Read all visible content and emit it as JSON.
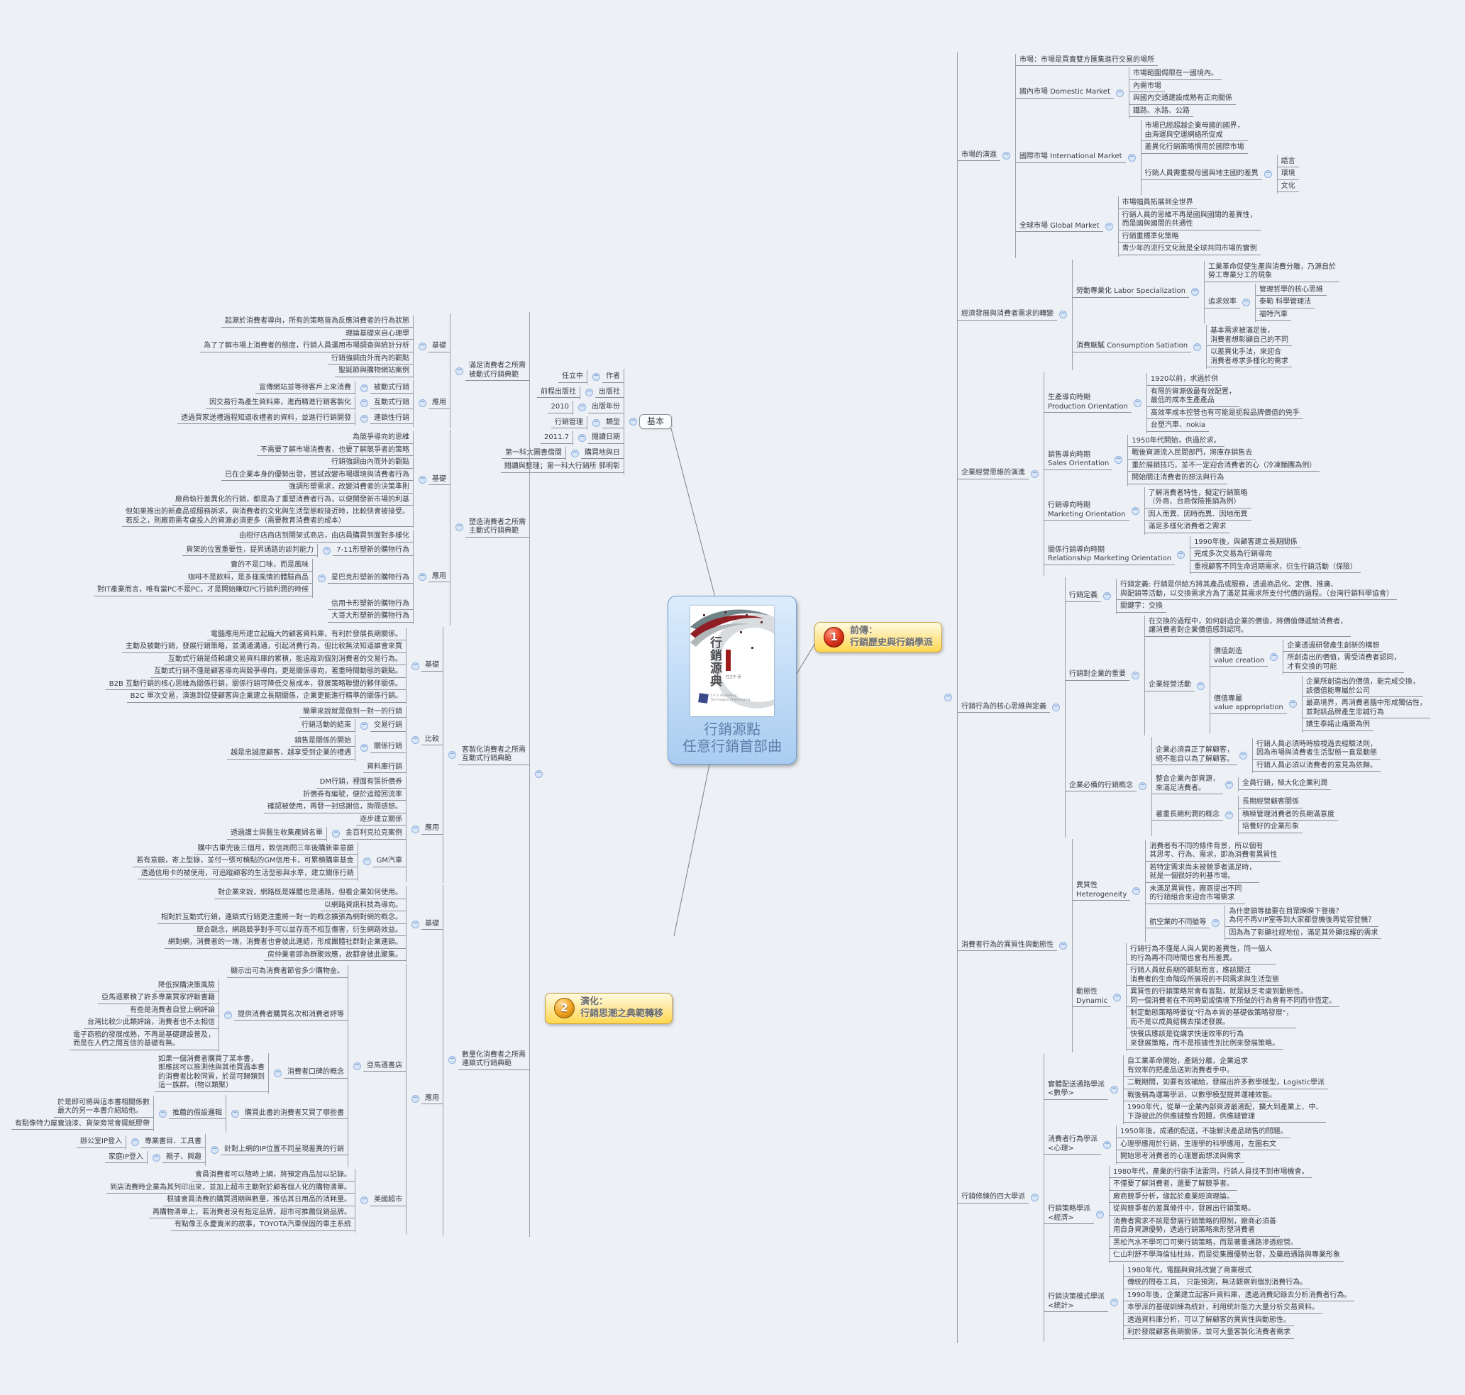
{
  "background": "#edf0f4",
  "center": {
    "title": "行銷源點\n任意行銷首部曲",
    "cover_title": "行銷源典",
    "cover_author": "任立中 著",
    "cover_logo_line1": "5 P in Marketing",
    "cover_logo_line2": "The Origins of Marketing"
  },
  "basic": {
    "label": "基本",
    "children": [
      {
        "t": "作者",
        "c": [
          {
            "t": "任立中"
          }
        ]
      },
      {
        "t": "出版社",
        "c": [
          {
            "t": "前程出版社"
          }
        ]
      },
      {
        "t": "出版年份",
        "c": [
          {
            "t": "2010"
          }
        ]
      },
      {
        "t": "類型",
        "c": [
          {
            "t": "行銷管理"
          }
        ]
      },
      {
        "t": "閱讀日期",
        "c": [
          {
            "t": "2011.7"
          }
        ]
      },
      {
        "t": "購買地與日",
        "c": [
          {
            "t": "第一科大圖書借閱"
          }
        ]
      },
      {
        "t": "閱讀與整理；第一科大行銷所 郭明彰"
      }
    ]
  },
  "branch1": {
    "num": "1",
    "label": "前傳：\n行銷歷史與行銷學派",
    "children": [
      {
        "t": "市場的演進",
        "c": [
          {
            "t": "市場：市場是買賣雙方匯集進行交易的場所"
          },
          {
            "t": "國內市場 Domestic Market",
            "c": [
              {
                "t": "市場範圍侷限在一國境內。"
              },
              {
                "t": "內需市場"
              },
              {
                "t": "與國內交通建設成熟有正向關係"
              },
              {
                "t": "鐵路、水路、公路"
              }
            ]
          },
          {
            "t": "國際市場 International Market",
            "c": [
              {
                "t": "市場已經超越企業母國的國界，\n由海運與空運網絡所促成"
              },
              {
                "t": "差異化行銷策略慣用於國際市場"
              },
              {
                "t": "行銷人員需重視母國與地主國的差異",
                "c": [
                  {
                    "t": "語言"
                  },
                  {
                    "t": "環境"
                  },
                  {
                    "t": "文化"
                  }
                ]
              }
            ]
          },
          {
            "t": "全球市場 Global Market",
            "c": [
              {
                "t": "市場幅員拓展到全世界"
              },
              {
                "t": "行銷人員的思維不再是國與國間的差異性，\n而是國與國間的共通性"
              },
              {
                "t": "行銷重標準化策略"
              },
              {
                "t": "青少年的流行文化就是全球共同市場的實例"
              }
            ]
          }
        ]
      },
      {
        "t": "經濟發展與消費者需求的轉變",
        "c": [
          {
            "t": "勞動專業化 Labor Specialization",
            "c": [
              {
                "t": "工業革命促使生產與消費分離，乃源自於\n勞工專業分工的現象"
              },
              {
                "t": "追求效率",
                "c": [
                  {
                    "t": "管理哲學的核心思維"
                  },
                  {
                    "t": "泰勒 科學管理法"
                  },
                  {
                    "t": "福特汽車"
                  }
                ]
              }
            ]
          },
          {
            "t": "消費厭膩 Consumption Satiation",
            "c": [
              {
                "t": "基本需求被滿足後，\n消費者想彰顯自己的不同"
              },
              {
                "t": "以差異化手法，來迎合\n消費者尋求多樣化的需求"
              }
            ]
          }
        ]
      },
      {
        "t": "企業經營思維的演進",
        "c": [
          {
            "t": "生產導向時期\nProduction Orientation",
            "c": [
              {
                "t": "1920以前，求過於供"
              },
              {
                "t": "有限的資源做最有效配置，\n最低的成本生產產品"
              },
              {
                "t": "高效率成本控管也有可能是扼殺品牌價值的兇手"
              },
              {
                "t": "台塑汽車、nokia"
              }
            ]
          },
          {
            "t": "銷售導向時期\nSales Orientation",
            "c": [
              {
                "t": "1950年代開始，供過於求。"
              },
              {
                "t": "戰後資源流入民間部門，將庫存銷售去"
              },
              {
                "t": "重於展銷技巧，並不一定迎合消費者的心（冷凍麵團為例）"
              },
              {
                "t": "開始關注消費者的想法與行為"
              }
            ]
          },
          {
            "t": "行銷導向時期\nMarketing Orientation",
            "c": [
              {
                "t": "了解消費者特性，擬定行銷策略\n（外商、台商保險推銷為例）"
              },
              {
                "t": "因人而異、因時而異、因地而異"
              },
              {
                "t": "滿足多樣化消費者之需求"
              }
            ]
          },
          {
            "t": "關係行銷導向時期\nRelationship Marketing Orientation",
            "c": [
              {
                "t": "1990年後，與顧客建立長期關係"
              },
              {
                "t": "完成多次交易為行銷導向"
              },
              {
                "t": "重視顧客不同生命週期需求，衍生行銷活動（保險）"
              }
            ]
          }
        ]
      },
      {
        "t": "行銷行為的核心思維與定義",
        "c": [
          {
            "t": "行銷定義",
            "c": [
              {
                "t": "行銷定義: 行銷是供給方將其產品或服務，透過商品化、定價、推廣、\n與配銷等活動，以交換需求方為了滿足其需求所支付代價的過程。（台灣行銷科學協會）"
              },
              {
                "t": "關鍵字：交換"
              }
            ]
          },
          {
            "t": "行銷對企業的重要",
            "c": [
              {
                "t": "在交換的過程中，如何創造企業的價值，將價值傳遞給消費者，\n讓消費者對企業價值感到認同。"
              },
              {
                "t": "企業經營活動",
                "c": [
                  {
                    "t": "價值創造\nvalue creation",
                    "c": [
                      {
                        "t": "企業透過研發產生創新的構想"
                      },
                      {
                        "t": "所創造出的價值，需受消費者認同，\n才有交換的可能"
                      }
                    ]
                  },
                  {
                    "t": "價值專屬\nvalue appropriation",
                    "c": [
                      {
                        "t": "企業所創造出的價值，能完成交換，\n該價值能專屬於公司"
                      },
                      {
                        "t": "最高境界，再消費者腦中形成獨佔性，\n並對該品牌產生忠誠行為"
                      },
                      {
                        "t": "嬌生泰諾止痛藥為例"
                      }
                    ]
                  }
                ]
              }
            ]
          },
          {
            "t": "企業必備的行銷概念",
            "c": [
              {
                "t": "企業必須真正了解顧客，\n絕不能自以為了解顧客。",
                "c": [
                  {
                    "t": "行銷人員必須時時檢視過去經驗法則，\n因為市場與消費者生活型態一直是動態"
                  },
                  {
                    "t": "行銷人員必須以消費者的意見為依歸。"
                  }
                ]
              },
              {
                "t": "整合企業內部資源，\n來滿足消費者。",
                "c": [
                  {
                    "t": "全員行銷，極大化企業利潤"
                  }
                ]
              },
              {
                "t": "著重長期利潤的概念",
                "c": [
                  {
                    "t": "長期經營顧客關係"
                  },
                  {
                    "t": "積極管理消費者的長期滿意度"
                  },
                  {
                    "t": "培養好的企業形象"
                  }
                ]
              }
            ]
          }
        ]
      },
      {
        "t": "消費者行為的異質性與動態性",
        "c": [
          {
            "t": "異質性\nHeterogeneity",
            "c": [
              {
                "t": "消費者有不同的條件背景，所以個有\n其思考、行為、需求，即為消費者異質性"
              },
              {
                "t": "若特定需求尚未被競爭者滿足時，\n就是一個很好的利基市場。"
              },
              {
                "t": "未滿足異質性，廠商提出不同\n的行銷組合來迎合市場需求"
              },
              {
                "t": "航空業的不同艙等",
                "c": [
                  {
                    "t": "為什麼頭等艙要在目眾睽睽下登機？\n為何不再VIP室等到大家都登機後再從容登機？"
                  },
                  {
                    "t": "因為為了彰顯社經地位，滿足其外顯炫耀的需求"
                  }
                ]
              }
            ]
          },
          {
            "t": "動態性\nDynamic",
            "c": [
              {
                "t": "行銷行為不僅是人與人間的差異性，同一個人\n的行為再不同時間也會有所差異。"
              },
              {
                "t": "行銷人員就長期的觀點而言，應該關注\n消費者的生命階段所展現的不同需求與生活型態"
              },
              {
                "t": "異質性的行銷策略常會有盲點，就是缺乏考慮到動態性。\n同一個消費者在不同時間或情境下所做的行為會有不同而非恆定。"
              },
              {
                "t": "制定動態策略時要從\"行為本質的基礎做策略發展\"，\n而不是以成員結構去描述發展。"
              },
              {
                "t": "快餐店應該是從講求快速效率的行為\n來發展策略，而不是根據性別比例來發展策略。"
              }
            ]
          }
        ]
      },
      {
        "t": "行銷修練的四大學派",
        "c": [
          {
            "t": "實體配送通路學派\n<數學>",
            "c": [
              {
                "t": "自工業革命開始，產銷分離，企業追求\n有效率的把產品送到消費者手中。"
              },
              {
                "t": "二戰期間，如要有效補給，發展出許多數學模型，Logistic學派"
              },
              {
                "t": "戰後稱為運籌學派，以數學模型提昇運補效能。"
              },
              {
                "t": "1990年代，從單一企業內部資源最適配，擴大到產業上、中、\n下游彼此的供應鏈整合問題，供應鏈管理"
              }
            ]
          },
          {
            "t": "消費者行為學派\n<心理>",
            "c": [
              {
                "t": "1950年後，成通的配送，不能解決產品銷售的問題。"
              },
              {
                "t": "心理學應用於行銷，生理學的科學應用，左圖右文"
              },
              {
                "t": "開始思考消費者的心理層面想法與需求"
              }
            ]
          },
          {
            "t": "行銷策略學派\n<經濟>",
            "c": [
              {
                "t": "1980年代，產業的行銷手法雷同，行銷人員找不到市場機會。"
              },
              {
                "t": "不僅要了解消費者，還要了解競爭者。"
              },
              {
                "t": "廠商競爭分析，緣起於產業經濟理論。"
              },
              {
                "t": "從與競爭者的差異條件中，發展出行銷策略。"
              },
              {
                "t": "消費者需求不該是發展行銷策略的限制，廠商必須善\n用自身資源優勢，透過行銷策略來形塑消費者"
              },
              {
                "t": "黑松汽水不學可口可樂行銷策略，而是著重通路滲透經營。"
              },
              {
                "t": "仁山利舒不學海倫仙杜絲，而是從集團優勢出發，及藥局通路與專業形象"
              }
            ]
          },
          {
            "t": "行銷決策模式學派\n<統計>",
            "c": [
              {
                "t": "1980年代，電腦與資訊改變了商業模式"
              },
              {
                "t": "傳統的問卷工具， 只能預測，無法觀察到個別消費行為。"
              },
              {
                "t": "1990年後，企業建立起客戶資料庫，透過消費記錄去分析消費者行為。"
              },
              {
                "t": "本學派的基礎訓練為統計，利用統計能力大量分析交易資料。"
              },
              {
                "t": "透過資料庫分析，可以了解顧客的異質性與動態性。"
              },
              {
                "t": "利於發展顧客長期關係，並可大量客製化消費者需求"
              }
            ]
          }
        ]
      }
    ]
  },
  "branch2": {
    "num": "2",
    "label": "演化：\n行銷思潮之典範轉移",
    "children": [
      {
        "t": "滿足消費者之所需\n被動式行銷典範",
        "c": [
          {
            "t": "基礎",
            "c": [
              {
                "t": "起源於消費者導向，所有的策略皆為反應消費者的行為狀態"
              },
              {
                "t": "理論基礎來自心理學"
              },
              {
                "t": "為了了解市場上消費者的態度，行銷人員運用市場調查與統計分析"
              },
              {
                "t": "行銷強調由外而內的觀點"
              },
              {
                "t": "聖誕節與購物網站案例"
              }
            ]
          },
          {
            "t": "應用",
            "c": [
              {
                "t": "被動式行銷",
                "c": [
                  {
                    "t": "宣傳網站並等待客戶上來消費"
                  }
                ]
              },
              {
                "t": "互動式行銷",
                "c": [
                  {
                    "t": "因交易行為產生資料庫，進而精進行銷客製化"
                  }
                ]
              },
              {
                "t": "連鎖性行銷",
                "c": [
                  {
                    "t": "透過買家送禮過程知道收禮者的資料，並進行行銷開發"
                  }
                ]
              }
            ]
          }
        ]
      },
      {
        "t": "塑造消費者之所需\n主動式行銷典範",
        "c": [
          {
            "t": "基礎",
            "c": [
              {
                "t": "為競爭導向的思維"
              },
              {
                "t": "不需要了解市場消費者，也要了解競爭者的策略"
              },
              {
                "t": "行銷強調由內而外的觀點"
              },
              {
                "t": "已在企業本身的優勢出發，嘗試改變市場環境與消費者行為"
              },
              {
                "t": "強調形塑需求，改變消費者的決策準則"
              },
              {
                "t": "廠商執行差異化的行銷，都是為了重塑消費者行為，以便開發新市場的利基"
              },
              {
                "t": "但如果推出的新產品或服務訴求，與消費者的文化與生活型態較接近時，比較快會被接受。\n若反之，則廠商需考慮投入的資源必須更多（需要教育消費者的成本）"
              }
            ]
          },
          {
            "t": "應用",
            "c": [
              {
                "t": "由柑仔店商店到開架式商店，由店員購買到面對多樣化"
              },
              {
                "t": "7-11形塑新的購物行為",
                "c": [
                  {
                    "t": "貨架的位置重要性，提昇通路的談判能力"
                  }
                ]
              },
              {
                "t": "星巴克形塑新的購物行為",
                "c": [
                  {
                    "t": "賣的不是口味，而是風味"
                  },
                  {
                    "t": "咖啡不是飲料，是多樣風情的體驗商品"
                  },
                  {
                    "t": "對IT產業而言，唯有當PC不是PC，才是開始賺取PC行銷利潤的時候"
                  }
                ]
              },
              {
                "t": "信用卡形塑新的購物行為"
              },
              {
                "t": "大哥大形塑新的購物行為"
              }
            ]
          }
        ]
      },
      {
        "t": "客製化消費者之所需\n互動式行銷典範",
        "c": [
          {
            "t": "基礎",
            "c": [
              {
                "t": "電腦應用所建立起龐大的顧客資料庫，有利於發展長期關係。"
              },
              {
                "t": "主動及被動行銷，發展行銷策略，並溝通溝通，引起消費行為，但比較無法知道誰會來買"
              },
              {
                "t": "互動式行銷是倚賴讓交易資料庫的累積，能追蹤到個別消費者的交易行為。"
              },
              {
                "t": "互動式行銷不僅是顧客導向與競爭導向，更是關係導向，著重時間動態的觀點。"
              },
              {
                "t": "B2B 互動行銷的核心思維為關係行銷，關係行銷可降低交易成本，發展策略聯盟的夥伴關係。"
              },
              {
                "t": "B2C 單次交易，演進到促使顧客與企業建立長期關係，企業更能進行精準的關係行銷。"
              }
            ]
          },
          {
            "t": "比較",
            "c": [
              {
                "t": "簡單來說就是做到一對一的行銷"
              },
              {
                "t": "交易行銷",
                "c": [
                  {
                    "t": "行銷活動的結束"
                  }
                ]
              },
              {
                "t": "關係行銷",
                "c": [
                  {
                    "t": "銷售是關係的開始"
                  },
                  {
                    "t": "越是忠誠度顧客，越享受到企業的禮遇"
                  }
                ]
              },
              {
                "t": "資料庫行銷"
              }
            ]
          },
          {
            "t": "應用",
            "c": [
              {
                "t": "DM行銷，裡面有張折價券"
              },
              {
                "t": "折價券有編號，便於追蹤回流率"
              },
              {
                "t": "確認被使用，再發一封感謝信，詢問感想。"
              },
              {
                "t": "逐步建立關係"
              },
              {
                "t": "金百利克拉克案例",
                "c": [
                  {
                    "t": "透過護士與醫生收集產婦名單"
                  }
                ]
              },
              {
                "t": "GM汽車",
                "c": [
                  {
                    "t": "購中古車完後三個月，致信詢問三年後購新車意願"
                  },
                  {
                    "t": "若有意願，寄上型錄，並付一張可積點的GM信用卡，可累積購車基金"
                  },
                  {
                    "t": "透過信用卡的被使用，可追蹤顧客的生活型態與水準，建立關係行銷"
                  }
                ]
              }
            ]
          }
        ]
      },
      {
        "t": "數量化消費者之所需\n連鎖式行銷典範",
        "c": [
          {
            "t": "基礎",
            "c": [
              {
                "t": "對企業來說，網路既是媒體也是通路，但看企業如何使用。"
              },
              {
                "t": "以網路資訊科技為導向。"
              },
              {
                "t": "相對於互動式行銷，連鎖式行銷更注重將一對一的概念擴張為網對網的概念。"
              },
              {
                "t": "競合觀念，網路競爭對手可以並存而不相互傷害，衍生網路效益。"
              },
              {
                "t": "網對網，消費者的一端，消費者也會彼此連結，形成團體社群對企業連鎖。"
              },
              {
                "t": "房仲業者即為群聚效應，故都會彼此聚集。"
              }
            ]
          },
          {
            "t": "應用",
            "c": [
              {
                "t": "亞馬遜書店",
                "c": [
                  {
                    "t": "顯示出可為消費者節省多少購物金。"
                  },
                  {
                    "t": "提供消費者購買名次和消費者評等",
                    "c": [
                      {
                        "t": "降低採購決策風險"
                      },
                      {
                        "t": "亞馬遜累積了許多專業買家評斷書籍"
                      },
                      {
                        "t": "有些是消費者自登上網評論"
                      },
                      {
                        "t": "台灣比較少此類評論，消費者也不太相信"
                      },
                      {
                        "t": "電子商務的發展成熟，不再是基礎建設普及，\n而是在人們之間互信的基礎有無。"
                      }
                    ]
                  },
                  {
                    "t": "消費者口碑的概念",
                    "c": [
                      {
                        "t": "如果一個消費者購買了某本書，\n那應該可以推測他與其他買過本書\n的消費者比較同質，於是可歸類到\n這一族群。（物以類聚）"
                      }
                    ]
                  },
                  {
                    "t": "購買此書的消費者又買了哪些書",
                    "c": [
                      {
                        "t": "推薦的假設邏輯",
                        "c": [
                          {
                            "t": "於是即可將與這本書相關係數\n最大的另一本書介紹給他。"
                          },
                          {
                            "t": "有點像特力屋賣油漆、貨架旁常會擺紙膠帶"
                          }
                        ]
                      }
                    ]
                  },
                  {
                    "t": "針對上網的IP位置不同呈現差異的行銷",
                    "c": [
                      {
                        "t": "專業書目、工具書",
                        "c": [
                          {
                            "t": "辦公室IP登入"
                          }
                        ]
                      },
                      {
                        "t": "親子、興趣",
                        "c": [
                          {
                            "t": "家庭IP登入"
                          }
                        ]
                      }
                    ]
                  }
                ]
              },
              {
                "t": "美國超市",
                "c": [
                  {
                    "t": "會員消費者可以隨時上網，將預定商品加以記錄。"
                  },
                  {
                    "t": "到店消費時企業為其列印出來，並加上超市主動對於顧客個人化的購物清單。"
                  },
                  {
                    "t": "根據會員消費的購買週期與數量，推估其日用品的消耗量。"
                  },
                  {
                    "t": "再購物清單上，若消費者沒有指定品牌，超市可推薦促銷品牌。"
                  },
                  {
                    "t": "有點像王永慶賣米的故事，TOYOTA汽車保固的車主系統"
                  }
                ]
              }
            ]
          }
        ]
      }
    ]
  }
}
